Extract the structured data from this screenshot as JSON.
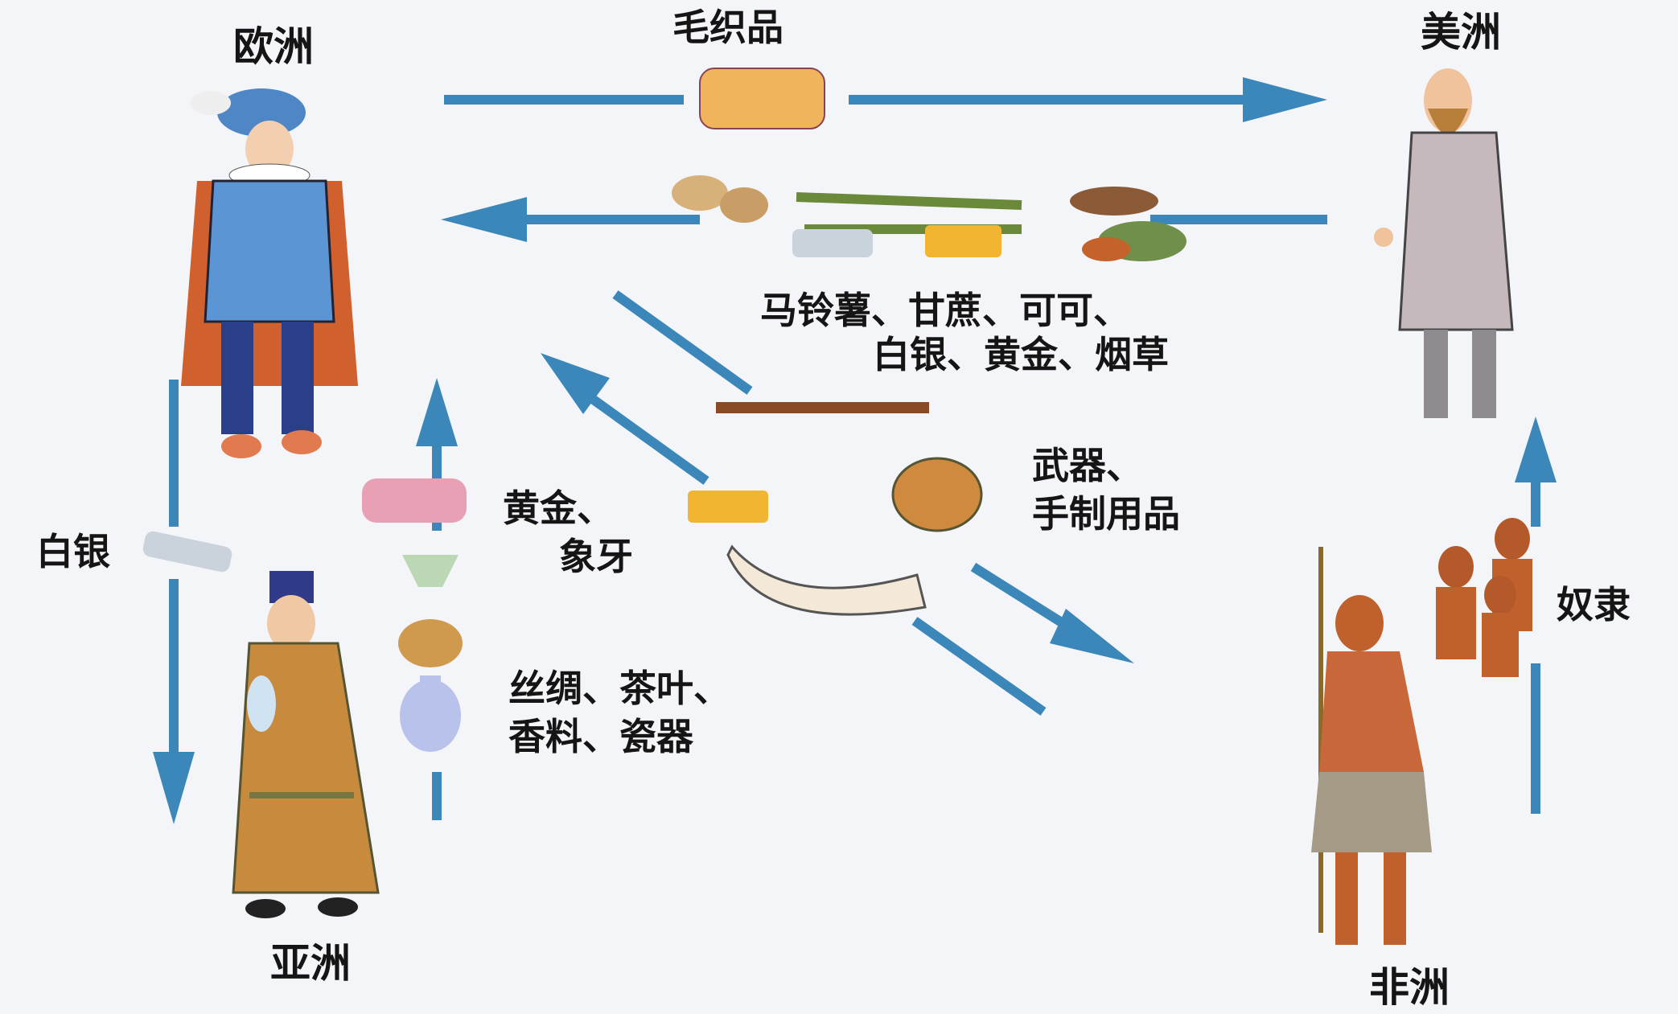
{
  "regions": {
    "europe": "欧洲",
    "america": "美洲",
    "asia": "亚洲",
    "africa": "非洲"
  },
  "goods": {
    "europe_to_america": "毛织品",
    "america_to_europe_line1": "马铃薯、甘蔗、可可、",
    "america_to_europe_line2": "白银、黄金、烟草",
    "africa_to_europe_line1": "黄金、",
    "africa_to_europe_line2": "象牙",
    "europe_to_africa_line1": "武器、",
    "europe_to_africa_line2": "手制用品",
    "asia_to_europe_line1": "丝绸、茶叶、",
    "asia_to_europe_line2": "香料、瓷器",
    "europe_to_asia": "白银",
    "africa_to_america": "奴隶"
  },
  "colors": {
    "arrow": "#3b87b9",
    "background": "#f4f5f8"
  }
}
